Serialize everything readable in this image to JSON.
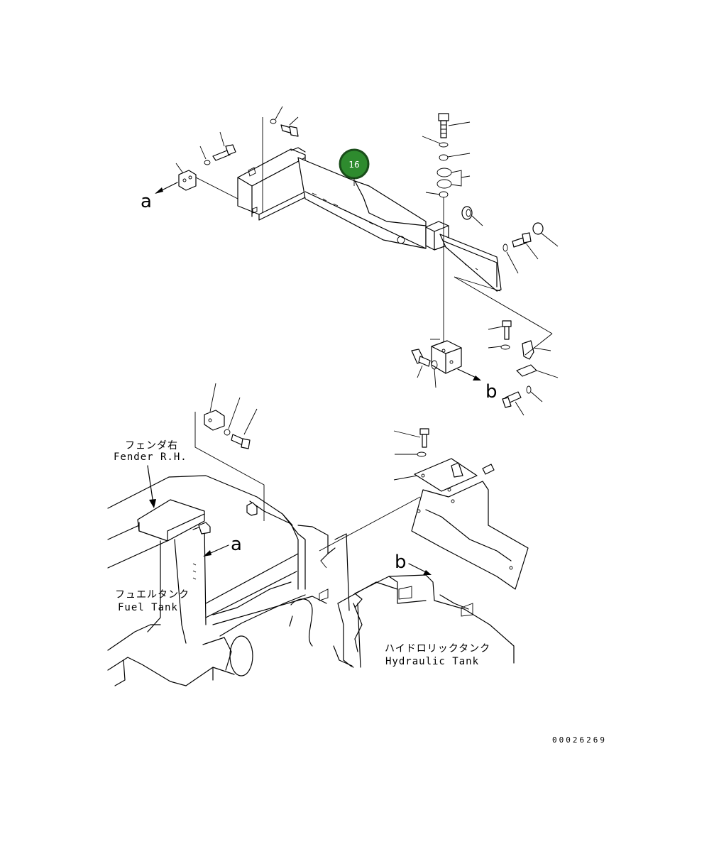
{
  "callout": {
    "number": "16",
    "color": "#2e8b2e"
  },
  "view_refs": {
    "a_top": "a",
    "b_top": "b",
    "a_bottom": "a",
    "b_bottom": "b"
  },
  "labels": {
    "fender_jp": "フェンダ右",
    "fender_en": "Fender R.H.",
    "fuel_jp": "フュエルタンク",
    "fuel_en": "Fuel Tank",
    "hyd_jp": "ハイドロリックタンク",
    "hyd_en": "Hydraulic Tank"
  },
  "drawing_code": "00026269"
}
